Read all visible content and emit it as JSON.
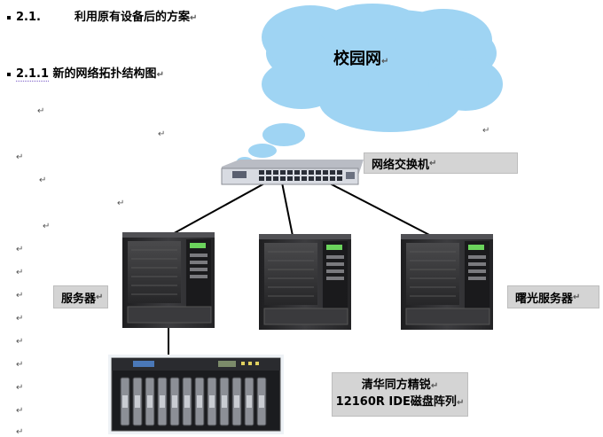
{
  "heading_1": {
    "number": "2.1.",
    "title": "利用原有设备后的方案"
  },
  "heading_2": {
    "number": "2.1.1",
    "title": "新的网络拓扑结构图"
  },
  "paragraph_mark": "↵",
  "diagram": {
    "cloud_label": "校园网",
    "switch_label": "网络交换机",
    "server_left_label": "服务器",
    "server_right_label": "曙光服务器",
    "storage_label_line1": "清华同方精锐",
    "storage_label_line2": "12160R IDE磁盘阵列"
  },
  "colors": {
    "cloud_fill": "#9fd4f3",
    "label_box": "#d4d4d4",
    "server_body": "#2e2e30",
    "lines": "#000000"
  }
}
